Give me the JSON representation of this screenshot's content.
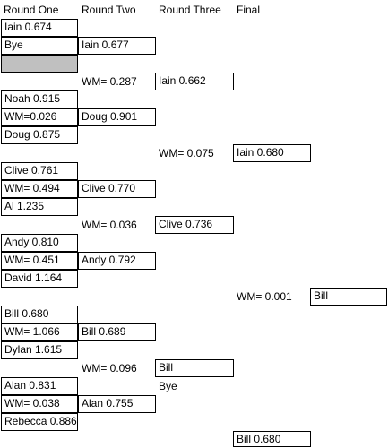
{
  "headers": {
    "round_one": "Round One",
    "round_two": "Round Two",
    "round_three": "Round Three",
    "final": "Final"
  },
  "round_one": {
    "iain": "Iain 0.674",
    "bye": "Bye",
    "noah": "Noah 0.915",
    "wm_1": "WM=0.026",
    "doug": "Doug 0.875",
    "clive": "Clive 0.761",
    "wm_2": "WM= 0.494",
    "al": "Al 1.235",
    "andy": "Andy 0.810",
    "wm_3": "WM= 0.451",
    "david": "David 1.164",
    "bill": "Bill 0.680",
    "wm_4": "WM= 1.066",
    "dylan": "Dylan 1.615",
    "alan": "Alan 0.831",
    "wm_5": "WM= 0.038",
    "rebecca": "Rebecca 0.886"
  },
  "round_two": {
    "iain": "Iain 0.677",
    "wm_1": "WM= 0.287",
    "doug": "Doug 0.901",
    "clive": "Clive 0.770",
    "wm_2": "WM= 0.036",
    "andy": "Andy 0.792",
    "bill": "Bill 0.689",
    "wm_3": "WM= 0.096",
    "alan": "Alan 0.755"
  },
  "round_three": {
    "iain": "Iain 0.662",
    "wm_1": "WM= 0.075",
    "clive": "Clive 0.736",
    "bill": "Bill",
    "bye": "Bye"
  },
  "final": {
    "iain": "Iain 0.680",
    "wm": "WM= 0.001",
    "bill_winner": "Bill",
    "bill": "Bill 0.680"
  }
}
